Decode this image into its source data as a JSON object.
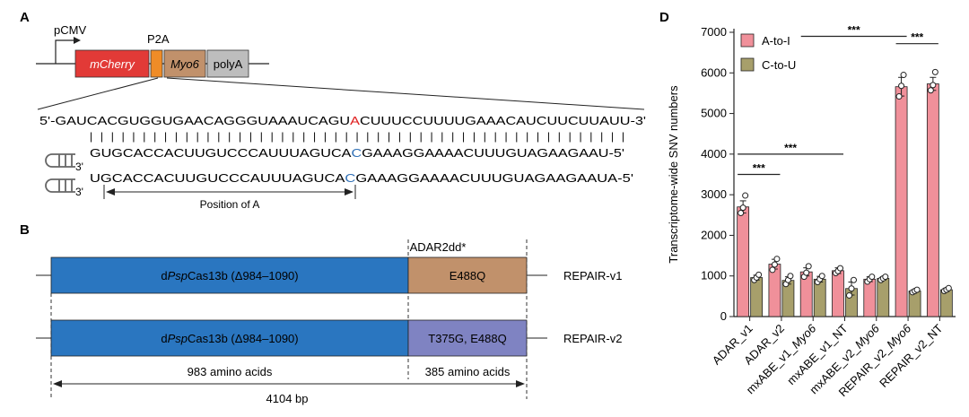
{
  "panels": {
    "A": {
      "letter": "A",
      "promoter": "pCMV",
      "p2a": "P2A",
      "blocks": {
        "mcherry": "mCherry",
        "myo6": "Myo6",
        "polya": "polyA"
      },
      "target_seq": {
        "pre": "5'-GAUCACGUGGUGAACAGGGUAAAUCAGU",
        "edit": "A",
        "post": "CUUUCCUUUUGAAACAUCUUCUUAUU-3'"
      },
      "bars": "| | | | | | | | | | | | | | | | | | | | | | | | |   | | | | | | | | | | | | | | | | | | | | | | | | | |",
      "guide1": {
        "pre": "GUGCACCACUUGUCCCAUUUAGUCA",
        "edit": "C",
        "post": "GAAAGGAAAACUUUGUAGAAGAAU-5'",
        "end": "3'"
      },
      "guide2": {
        "pre": "UGCACCACUUGUCCCAUUUAGUCA",
        "edit": "C",
        "post": "GAAAGGAAAACUUUGUAGAAGAAUA-5'",
        "end": "3'"
      },
      "position_label": "Position of A",
      "colors": {
        "edit_a": "#e02020",
        "edit_c": "#2f6fb5",
        "mcherry": "#e23a37",
        "p2a": "#ef8c27",
        "myo6": "#c1916b",
        "polya": "#bdbdbd"
      }
    },
    "B": {
      "letter": "B",
      "adar_header": "ADAR2dd*",
      "cas_label_pre": "d",
      "cas_label_ital": "Psp",
      "cas_label_post": "Cas13b (Δ984–1090)",
      "v1_mut": "E488Q",
      "v2_mut": "T375G, E488Q",
      "v1_name": "REPAIR-v1",
      "v2_name": "REPAIR-v2",
      "cas_len": "983 amino acids",
      "adar_len": "385 amino acids",
      "total_len": "4104 bp",
      "colors": {
        "cas": "#2a76c0",
        "v1": "#c1916b",
        "v2": "#7f83c2"
      }
    },
    "D": {
      "letter": "D"
    }
  },
  "chart_data": {
    "type": "bar",
    "ylabel": "Transcriptome-wide SNV numbers",
    "ylim": [
      0,
      7000
    ],
    "yticks": [
      0,
      1000,
      2000,
      3000,
      4000,
      5000,
      6000,
      7000
    ],
    "categories": [
      "ADAR_v1",
      "ADAR_v2",
      "mxABE_v1_Myo6",
      "mxABE_v1_NT",
      "mxABE_v2_Myo6",
      "REPAIR_v2_Myo6",
      "REPAIR_v2_NT"
    ],
    "series": [
      {
        "name": "A-to-I",
        "color": "#f0909a",
        "values": [
          2700,
          1290,
          1100,
          1130,
          920,
          5660,
          5730
        ],
        "errors": [
          150,
          120,
          100,
          70,
          60,
          230,
          160
        ],
        "points": [
          [
            2550,
            2680,
            2980
          ],
          [
            1150,
            1280,
            1420
          ],
          [
            980,
            1080,
            1240
          ],
          [
            1070,
            1120,
            1190
          ],
          [
            860,
            920,
            980
          ],
          [
            5420,
            5680,
            5950
          ],
          [
            5570,
            5700,
            6020
          ]
        ]
      },
      {
        "name": "C-to-U",
        "color": "#a79f6b",
        "values": [
          960,
          890,
          920,
          690,
          940,
          630,
          660
        ],
        "errors": [
          60,
          90,
          70,
          160,
          40,
          30,
          40
        ],
        "points": [
          [
            900,
            960,
            1030
          ],
          [
            800,
            900,
            1000
          ],
          [
            850,
            920,
            1000
          ],
          [
            520,
            690,
            900
          ],
          [
            900,
            940,
            980
          ],
          [
            600,
            630,
            660
          ],
          [
            630,
            660,
            700
          ]
        ]
      }
    ],
    "significance": [
      {
        "from": 0,
        "to": 1,
        "label": "***"
      },
      {
        "from": 0,
        "to": 3,
        "label": "***"
      },
      {
        "from": 5,
        "to": 6,
        "label": "***"
      },
      {
        "from": 2,
        "to": 5,
        "label": "***"
      }
    ],
    "legend_position": "top-left",
    "grid": false
  }
}
